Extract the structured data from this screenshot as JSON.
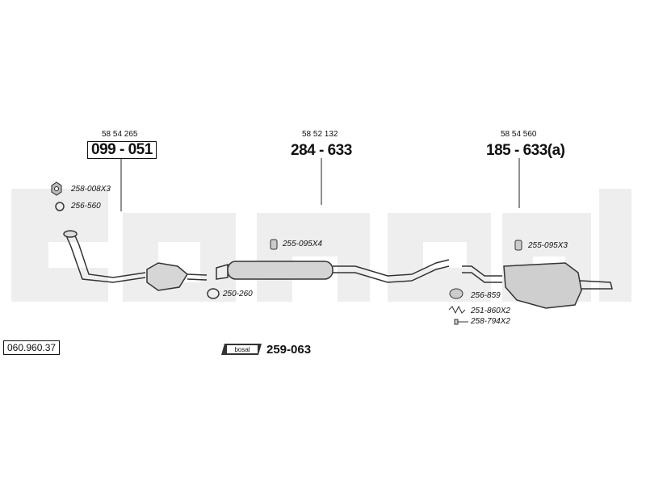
{
  "main_parts": [
    {
      "oem_number": "58 54 265",
      "part_number": "099 - 051"
    },
    {
      "oem_number": "58 52 132",
      "part_number": "284 - 633"
    },
    {
      "oem_number": "58 54 560",
      "part_number": "185 - 633(a)"
    }
  ],
  "accessories": {
    "nut": "258-008X3",
    "gasket_front": "256-560",
    "clamp_front": "250-260",
    "hanger_middle": "255-095X4",
    "hanger_rear": "255-095X3",
    "gasket_rear": "256-859",
    "spring": "251-860X2",
    "bolt": "258-794X2"
  },
  "kit": {
    "brand": "bosal",
    "number": "259-063"
  },
  "reference_number": "060.960.37",
  "watermark_text": "bosal"
}
